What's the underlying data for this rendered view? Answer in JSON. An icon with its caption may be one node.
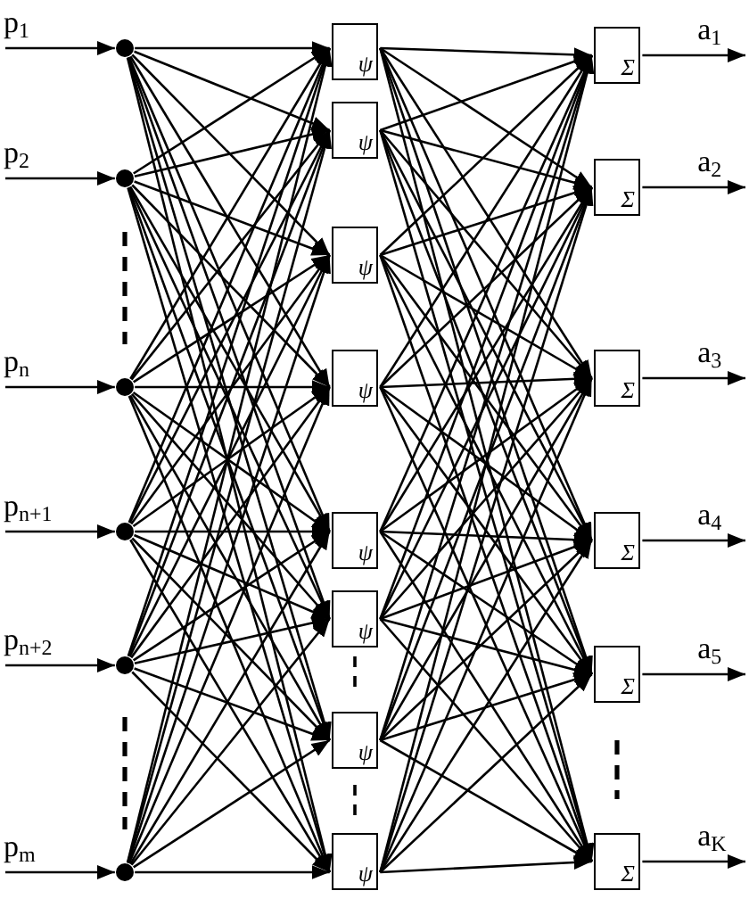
{
  "diagram": {
    "nodes": [
      {
        "text": [],
        "shape": "circle"
      },
      {
        "text": [],
        "shape": "circle"
      },
      {
        "text": [],
        "shape": "circle"
      },
      {
        "text": [],
        "shape": "circle"
      },
      {
        "text": [],
        "shape": "circle"
      },
      {
        "text": [],
        "shape": "circle"
      },
      {
        "text": [
          "ψ"
        ]
      },
      {
        "text": [
          "ψ"
        ]
      },
      {
        "text": [
          "ψ"
        ]
      },
      {
        "text": [
          "ψ"
        ]
      },
      {
        "text": [
          "ψ"
        ]
      },
      {
        "text": [
          "ψ"
        ]
      },
      {
        "text": [
          "ψ"
        ]
      },
      {
        "text": [
          "ψ"
        ]
      },
      {
        "text": [
          "Σ"
        ]
      },
      {
        "text": [
          "Σ"
        ]
      },
      {
        "text": [
          "Σ"
        ]
      },
      {
        "text": [
          "Σ"
        ]
      },
      {
        "text": [
          "Σ"
        ]
      },
      {
        "text": [
          "Σ"
        ]
      }
    ],
    "edges": [
      {
        "from": null,
        "to": 0,
        "arrow": "to",
        "label": "p$_{1}$"
      },
      {
        "from": null,
        "to": 1,
        "arrow": "to",
        "label": "p$_{2}$"
      },
      {
        "from": null,
        "to": 2,
        "arrow": "to",
        "label": "p$_{n}$"
      },
      {
        "from": null,
        "to": 3,
        "arrow": "to",
        "label": "p$_{n+1}$"
      },
      {
        "from": null,
        "to": 4,
        "arrow": "to",
        "label": "p$_{n+2}$"
      },
      {
        "from": null,
        "to": 5,
        "arrow": "to",
        "label": "p$_{m}$"
      },
      {
        "from": 0,
        "to": 6,
        "arrow": "to"
      },
      {
        "from": 0,
        "to": 7,
        "arrow": "to"
      },
      {
        "from": 0,
        "to": 8,
        "arrow": "to"
      },
      {
        "from": 0,
        "to": 9,
        "arrow": "to"
      },
      {
        "from": 0,
        "to": 10,
        "arrow": "to"
      },
      {
        "from": 0,
        "to": 11,
        "arrow": "to"
      },
      {
        "from": 0,
        "to": 12,
        "arrow": "to"
      },
      {
        "from": 0,
        "to": 13,
        "arrow": "to"
      },
      {
        "from": 1,
        "to": 6,
        "arrow": "to"
      },
      {
        "from": 1,
        "to": 7,
        "arrow": "to"
      },
      {
        "from": 1,
        "to": 8,
        "arrow": "to"
      },
      {
        "from": 1,
        "to": 9,
        "arrow": "to"
      },
      {
        "from": 1,
        "to": 10,
        "arrow": "to"
      },
      {
        "from": 1,
        "to": 11,
        "arrow": "to"
      },
      {
        "from": 1,
        "to": 12,
        "arrow": "to"
      },
      {
        "from": 1,
        "to": 13,
        "arrow": "to"
      },
      {
        "from": 2,
        "to": 6,
        "arrow": "to"
      },
      {
        "from": 2,
        "to": 7,
        "arrow": "to"
      },
      {
        "from": 2,
        "to": 8,
        "arrow": "to"
      },
      {
        "from": 2,
        "to": 9,
        "arrow": "to"
      },
      {
        "from": 2,
        "to": 10,
        "arrow": "to"
      },
      {
        "from": 2,
        "to": 11,
        "arrow": "to"
      },
      {
        "from": 2,
        "to": 12,
        "arrow": "to"
      },
      {
        "from": 2,
        "to": 13,
        "arrow": "to"
      },
      {
        "from": 3,
        "to": 6,
        "arrow": "to"
      },
      {
        "from": 3,
        "to": 7,
        "arrow": "to"
      },
      {
        "from": 3,
        "to": 8,
        "arrow": "to"
      },
      {
        "from": 3,
        "to": 9,
        "arrow": "to"
      },
      {
        "from": 3,
        "to": 10,
        "arrow": "to"
      },
      {
        "from": 3,
        "to": 11,
        "arrow": "to"
      },
      {
        "from": 3,
        "to": 12,
        "arrow": "to"
      },
      {
        "from": 3,
        "to": 13,
        "arrow": "to"
      },
      {
        "from": 4,
        "to": 6,
        "arrow": "to"
      },
      {
        "from": 4,
        "to": 7,
        "arrow": "to"
      },
      {
        "from": 4,
        "to": 8,
        "arrow": "to"
      },
      {
        "from": 4,
        "to": 9,
        "arrow": "to"
      },
      {
        "from": 4,
        "to": 10,
        "arrow": "to"
      },
      {
        "from": 4,
        "to": 11,
        "arrow": "to"
      },
      {
        "from": 4,
        "to": 12,
        "arrow": "to"
      },
      {
        "from": 4,
        "to": 13,
        "arrow": "to"
      },
      {
        "from": 5,
        "to": 6,
        "arrow": "to"
      },
      {
        "from": 5,
        "to": 7,
        "arrow": "to"
      },
      {
        "from": 5,
        "to": 8,
        "arrow": "to"
      },
      {
        "from": 5,
        "to": 9,
        "arrow": "to"
      },
      {
        "from": 5,
        "to": 10,
        "arrow": "to"
      },
      {
        "from": 5,
        "to": 11,
        "arrow": "to"
      },
      {
        "from": 5,
        "to": 12,
        "arrow": "to"
      },
      {
        "from": 5,
        "to": 13,
        "arrow": "to"
      },
      {
        "from": 6,
        "to": 14,
        "arrow": "to"
      },
      {
        "from": 6,
        "to": 15,
        "arrow": "to"
      },
      {
        "from": 6,
        "to": 16,
        "arrow": "to"
      },
      {
        "from": 6,
        "to": 17,
        "arrow": "to"
      },
      {
        "from": 6,
        "to": 18,
        "arrow": "to"
      },
      {
        "from": 6,
        "to": 19,
        "arrow": "to"
      },
      {
        "from": 7,
        "to": 14,
        "arrow": "to"
      },
      {
        "from": 7,
        "to": 15,
        "arrow": "to"
      },
      {
        "from": 7,
        "to": 16,
        "arrow": "to"
      },
      {
        "from": 7,
        "to": 17,
        "arrow": "to"
      },
      {
        "from": 7,
        "to": 18,
        "arrow": "to"
      },
      {
        "from": 7,
        "to": 19,
        "arrow": "to"
      },
      {
        "from": 8,
        "to": 14,
        "arrow": "to"
      },
      {
        "from": 8,
        "to": 15,
        "arrow": "to"
      },
      {
        "from": 8,
        "to": 16,
        "arrow": "to"
      },
      {
        "from": 8,
        "to": 17,
        "arrow": "to"
      },
      {
        "from": 8,
        "to": 18,
        "arrow": "to"
      },
      {
        "from": 8,
        "to": 19,
        "arrow": "to"
      },
      {
        "from": 9,
        "to": 14,
        "arrow": "to"
      },
      {
        "from": 9,
        "to": 15,
        "arrow": "to"
      },
      {
        "from": 9,
        "to": 16,
        "arrow": "to"
      },
      {
        "from": 9,
        "to": 17,
        "arrow": "to"
      },
      {
        "from": 9,
        "to": 18,
        "arrow": "to"
      },
      {
        "from": 9,
        "to": 19,
        "arrow": "to"
      },
      {
        "from": 10,
        "to": 14,
        "arrow": "to"
      },
      {
        "from": 10,
        "to": 15,
        "arrow": "to"
      },
      {
        "from": 10,
        "to": 16,
        "arrow": "to"
      },
      {
        "from": 10,
        "to": 17,
        "arrow": "to"
      },
      {
        "from": 10,
        "to": 18,
        "arrow": "to"
      },
      {
        "from": 10,
        "to": 19,
        "arrow": "to"
      },
      {
        "from": 11,
        "to": 14,
        "arrow": "to"
      },
      {
        "from": 11,
        "to": 15,
        "arrow": "to"
      },
      {
        "from": 11,
        "to": 16,
        "arrow": "to"
      },
      {
        "from": 11,
        "to": 17,
        "arrow": "to"
      },
      {
        "from": 11,
        "to": 18,
        "arrow": "to"
      },
      {
        "from": 11,
        "to": 19,
        "arrow": "to"
      },
      {
        "from": 12,
        "to": 14,
        "arrow": "to"
      },
      {
        "from": 12,
        "to": 15,
        "arrow": "to"
      },
      {
        "from": 12,
        "to": 16,
        "arrow": "to"
      },
      {
        "from": 12,
        "to": 17,
        "arrow": "to"
      },
      {
        "from": 12,
        "to": 18,
        "arrow": "to"
      },
      {
        "from": 12,
        "to": 19,
        "arrow": "to"
      },
      {
        "from": 13,
        "to": 14,
        "arrow": "to"
      },
      {
        "from": 13,
        "to": 15,
        "arrow": "to"
      },
      {
        "from": 13,
        "to": 16,
        "arrow": "to"
      },
      {
        "from": 13,
        "to": 17,
        "arrow": "to"
      },
      {
        "from": 13,
        "to": 18,
        "arrow": "to"
      },
      {
        "from": 13,
        "to": 19,
        "arrow": "to"
      },
      {
        "from": 14,
        "to": null,
        "arrow": "to",
        "label": "a$_{1}$"
      },
      {
        "from": 15,
        "to": null,
        "arrow": "to",
        "label": "a$_{2}$"
      },
      {
        "from": 16,
        "to": null,
        "arrow": "to",
        "label": "a$_{3}$"
      },
      {
        "from": 17,
        "to": null,
        "arrow": "to",
        "label": "a$_{4}$"
      },
      {
        "from": 18,
        "to": null,
        "arrow": "to",
        "label": "a$_{5}$"
      },
      {
        "from": 19,
        "to": null,
        "arrow": "to",
        "label": "a$_{K}$"
      }
    ]
  }
}
